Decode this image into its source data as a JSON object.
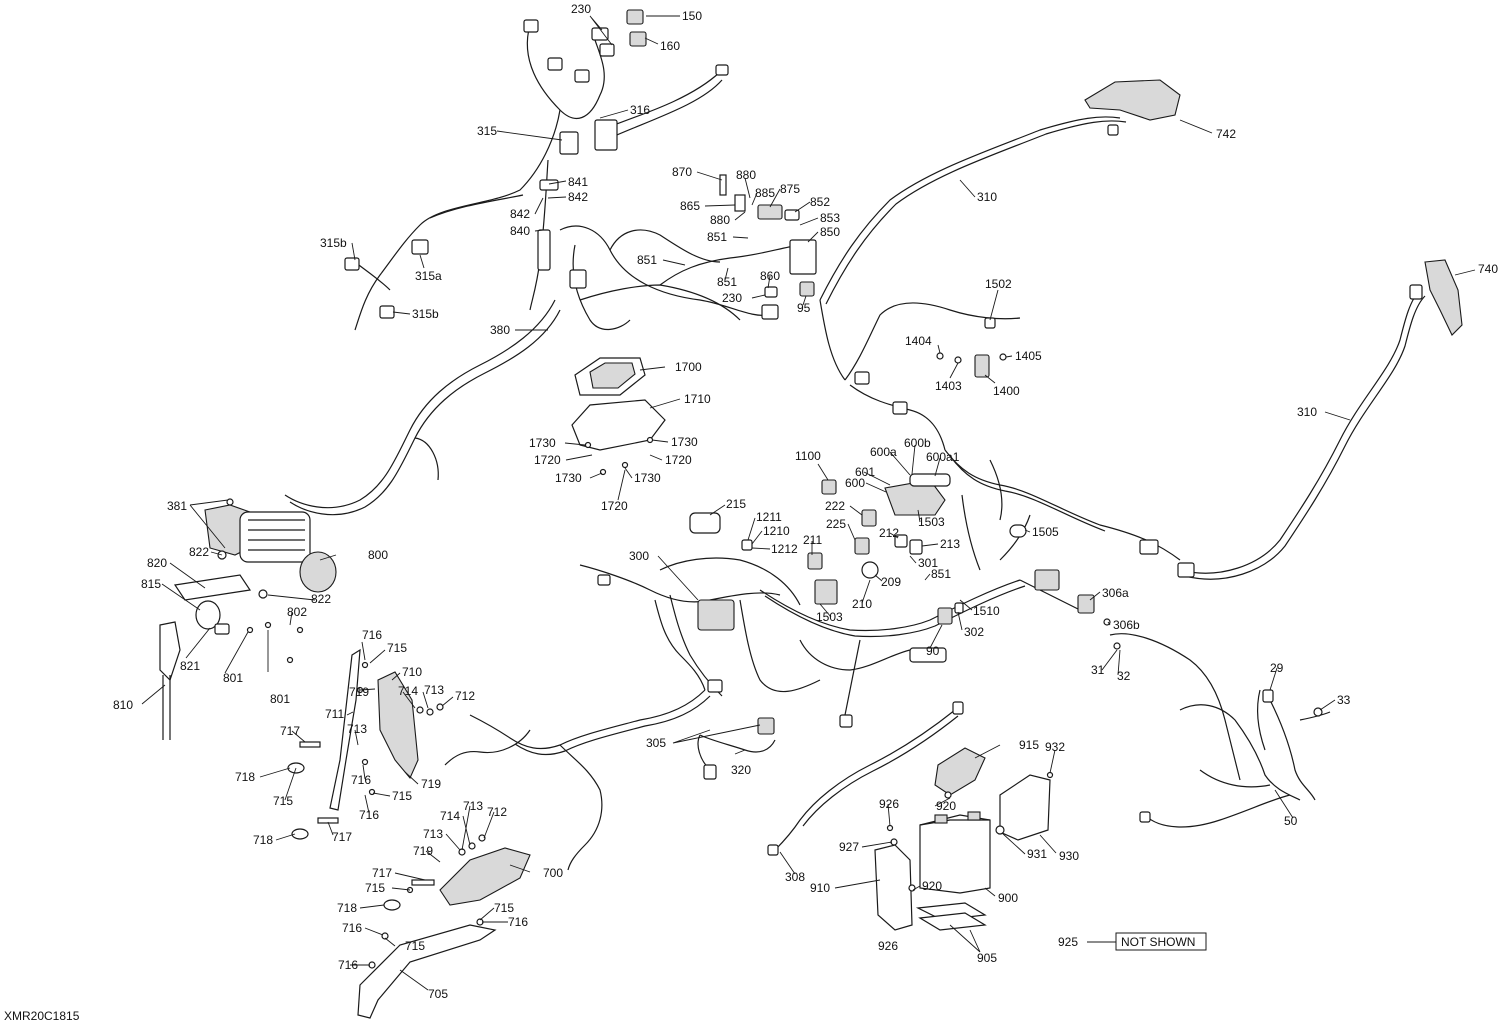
{
  "drawing": {
    "ref": "XMR20C1815"
  },
  "note": {
    "part": "925",
    "text": "NOT SHOWN"
  },
  "labels": {
    "l230a": "230",
    "l150": "150",
    "l160": "160",
    "l316": "316",
    "l315": "315",
    "l841": "841",
    "l842a": "842",
    "l842b": "842",
    "l840": "840",
    "l315b1": "315b",
    "l315a": "315a",
    "l315b2": "315b",
    "l380": "380",
    "l870": "870",
    "l880a": "880",
    "l885": "885",
    "l875": "875",
    "l865": "865",
    "l880b": "880",
    "l852": "852",
    "l853": "853",
    "l851a": "851",
    "l850": "850",
    "l851b": "851",
    "l851c": "851",
    "l860": "860",
    "l230b": "230",
    "l95": "95",
    "l742": "742",
    "l310a": "310",
    "l740": "740",
    "l1502": "1502",
    "l1404": "1404",
    "l1405": "1405",
    "l1403": "1403",
    "l1400": "1400",
    "l310b": "310",
    "l1700": "1700",
    "l1710": "1710",
    "l1730a": "1730",
    "l1730b": "1730",
    "l1720a": "1720",
    "l1720b": "1720",
    "l1730c": "1730",
    "l1730d": "1730",
    "l1720c": "1720",
    "l1100": "1100",
    "l600b": "600b",
    "l600a": "600a",
    "l600a1": "600a1",
    "l601": "601",
    "l600": "600",
    "l1503a": "1503",
    "l1505": "1505",
    "l215": "215",
    "l1211": "1211",
    "l1210": "1210",
    "l1212": "1212",
    "l222": "222",
    "l225": "225",
    "l212": "212",
    "l213": "213",
    "l211": "211",
    "l300": "300",
    "l301": "301",
    "l851d": "851",
    "l209": "209",
    "l210": "210",
    "l1503b": "1503",
    "l1510": "1510",
    "l302": "302",
    "l90": "90",
    "l306a": "306a",
    "l306b": "306b",
    "l31": "31",
    "l32": "32",
    "l29": "29",
    "l33": "33",
    "l50": "50",
    "l381": "381",
    "l800": "800",
    "l822a": "822",
    "l820": "820",
    "l822b": "822",
    "l815": "815",
    "l802": "802",
    "l821": "821",
    "l801a": "801",
    "l801b": "801",
    "l810": "810",
    "l716a": "716",
    "l715a": "715",
    "l710": "710",
    "l719a": "719",
    "l714a": "714",
    "l713a": "713",
    "l712a": "712",
    "l711": "711",
    "l713b": "713",
    "l717a": "717",
    "l718a": "718",
    "l719b": "719",
    "l716b": "716",
    "l715b": "715",
    "l715c": "715",
    "l716c": "716",
    "l718b": "718",
    "l717b": "717",
    "l305": "305",
    "l320": "320",
    "l713c": "713",
    "l714b": "714",
    "l713d": "713",
    "l712b": "712",
    "l719c": "719",
    "l700": "700",
    "l717c": "717",
    "l715d": "715",
    "l718c": "718",
    "l716d": "716",
    "l715e": "715",
    "l716e": "716",
    "l715f": "715",
    "l716f": "716",
    "l705": "705",
    "l915": "915",
    "l932": "932",
    "l926a": "926",
    "l920a": "920",
    "l927": "927",
    "l931": "931",
    "l930": "930",
    "l308": "308",
    "l910": "910",
    "l920b": "920",
    "l900": "900",
    "l926b": "926",
    "l905": "905"
  }
}
